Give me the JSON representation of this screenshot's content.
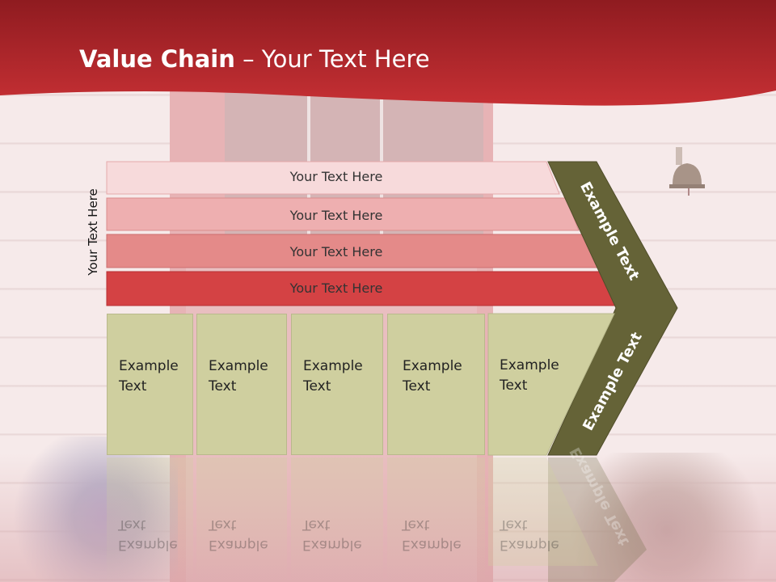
{
  "slide": {
    "title_bold": "Value Chain",
    "title_rest": " – Your Text Here",
    "side_label": "Your Text Here",
    "bars": [
      {
        "label": "Your Text Here",
        "color": "#f7dadb"
      },
      {
        "label": "Your Text Here",
        "color": "#eeafb0"
      },
      {
        "label": "Your Text Here",
        "color": "#e48a89"
      },
      {
        "label": "Your Text Here",
        "color": "#d44244"
      }
    ],
    "boxes": [
      {
        "line1": "Example",
        "line2": "Text"
      },
      {
        "line1": "Example",
        "line2": "Text"
      },
      {
        "line1": "Example",
        "line2": "Text"
      },
      {
        "line1": "Example",
        "line2": "Text"
      },
      {
        "line1": "Example",
        "line2": "Text"
      }
    ],
    "chevron_top_label": "Example Text",
    "chevron_bottom_label": "Example Text",
    "colors": {
      "banner": "#b8272c",
      "olive": "#656337",
      "box_fill": "#cfcf9f"
    }
  }
}
